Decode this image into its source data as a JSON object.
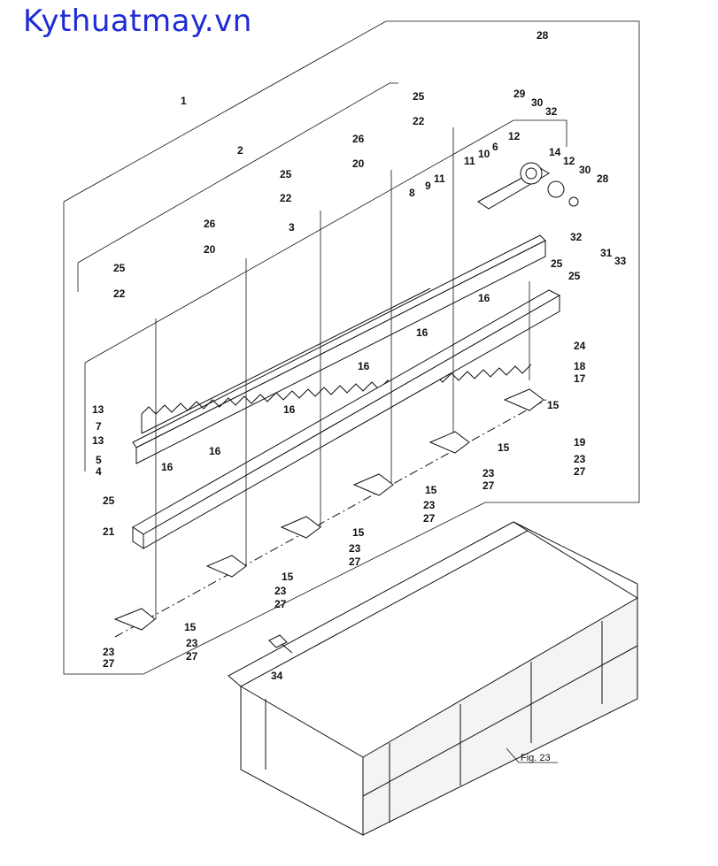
{
  "watermark": "Kythuatmay.vn",
  "figure_ref": "Fig. 23",
  "callouts": [
    "1",
    "2",
    "3",
    "4",
    "5",
    "6",
    "7",
    "8",
    "9",
    "10",
    "11",
    "12",
    "13",
    "14",
    "15",
    "16",
    "17",
    "18",
    "19",
    "20",
    "21",
    "22",
    "23",
    "24",
    "25",
    "26",
    "27",
    "28",
    "29",
    "30",
    "31",
    "32",
    "33",
    "34"
  ],
  "colors": {
    "watermark": "#1f2bd6",
    "line": "#111111",
    "background": "#ffffff"
  }
}
